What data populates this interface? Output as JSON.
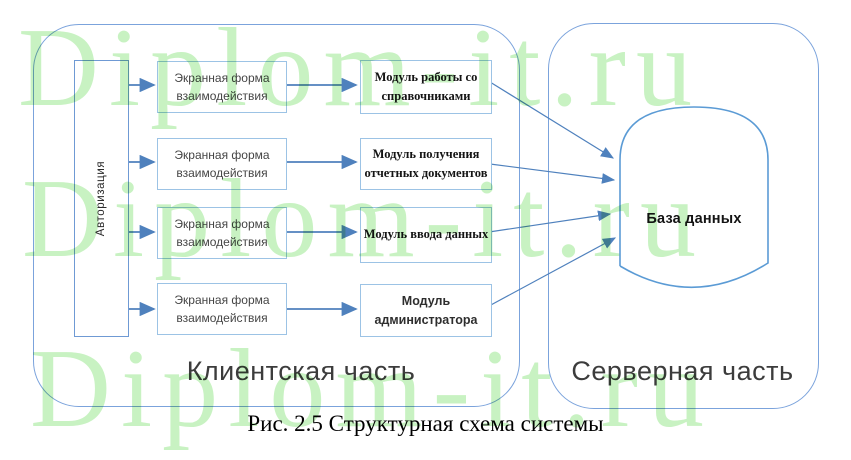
{
  "watermark": {
    "text": "Diplom-it.ru",
    "color": "#c8f2c2"
  },
  "client": {
    "label": "Клиентская часть"
  },
  "server": {
    "label": "Серверная часть"
  },
  "auth": {
    "label": "Авторизация"
  },
  "forms": [
    "Экранная форма взаимодействия",
    "Экранная форма взаимодействия",
    "Экранная форма взаимодействия",
    "Экранная форма взаимодействия"
  ],
  "modules": [
    "Модуль работы со справочниками",
    "Модуль получения отчетных документов",
    "Модуль ввода данных",
    "Модуль администратора"
  ],
  "database": {
    "label": "База данных"
  },
  "caption": "Рис. 2.5 Структурная схема системы",
  "colors": {
    "arrow": "#4f81bd",
    "box_border": "#9cc3e5",
    "container_border": "#7ba3dc",
    "db_border": "#5b9bd5"
  }
}
